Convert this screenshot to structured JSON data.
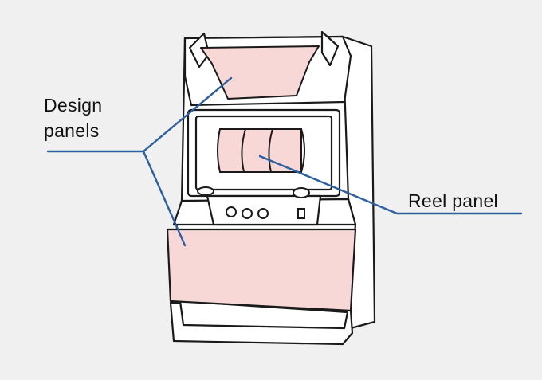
{
  "labels": {
    "design_panels": [
      "Design",
      "panels"
    ],
    "reel_panel": "Reel panel"
  },
  "colors": {
    "background": "#f0f0f0",
    "outline": "#1a1a1a",
    "cabinet_fill": "#ffffff",
    "panel_fill": "#f8d7d7",
    "leader_line": "#2a5fa0",
    "text": "#111111"
  }
}
